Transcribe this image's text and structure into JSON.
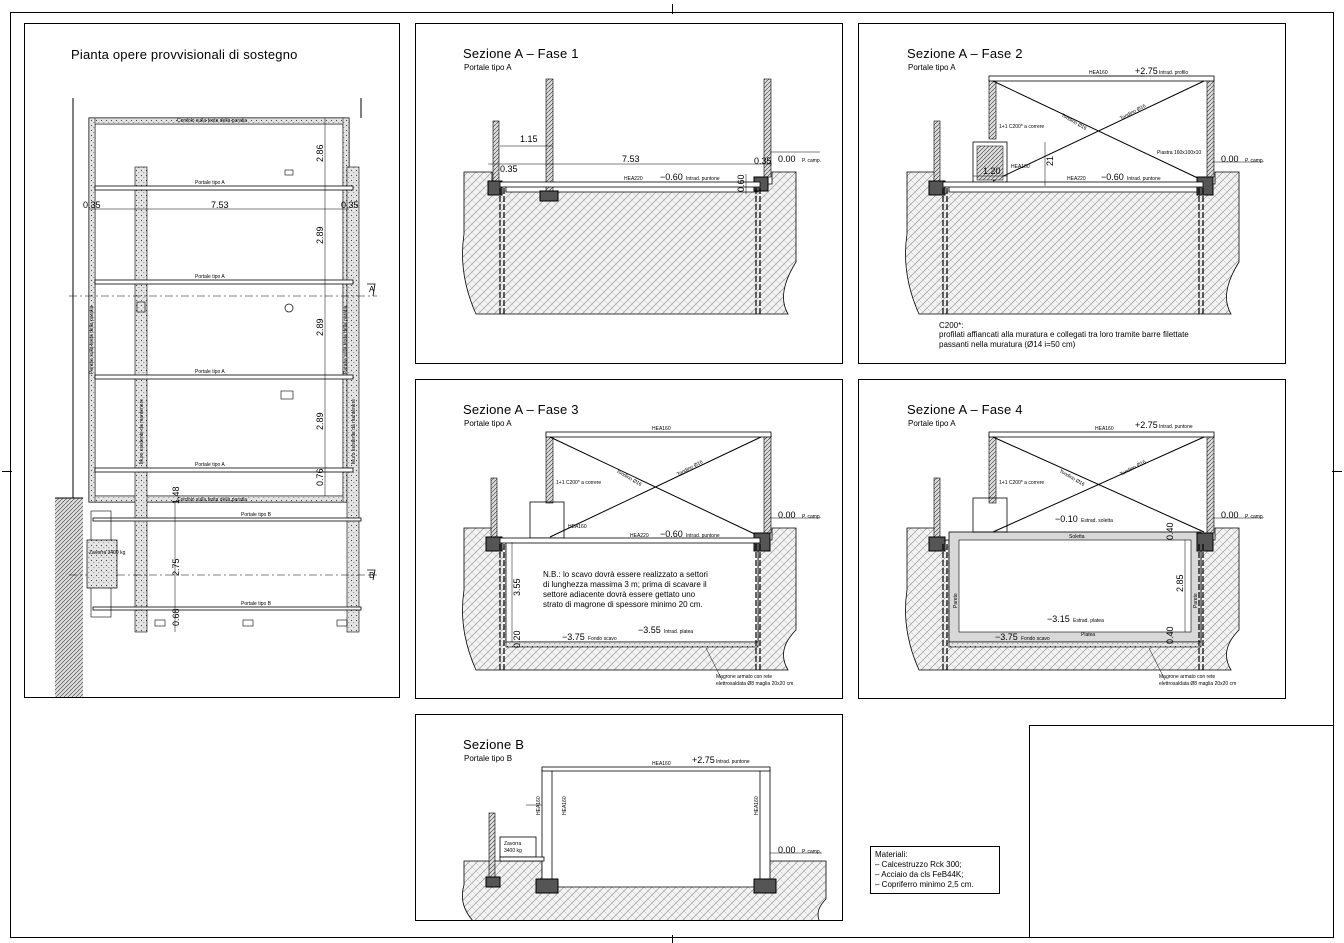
{
  "plan": {
    "title": "Pianta opere provvisionali di sostegno",
    "cordolo_top": "Cordolo sulla testa della paratia",
    "cordolo_bottom": "Cordolo sulla testa della paratia",
    "portale_a": "Portale tipo A",
    "portale_b": "Portale tipo B",
    "muro_left": "Muro esistente da mantenere",
    "muro_right": "Muro esistente da mantenere",
    "paratia_left": "Paratia sulla testa della paratia",
    "paratia_right": "Paratia sulla testa della paratia",
    "zavorra": "Zavorra 3400 kg",
    "dim_286": "2.86",
    "dim_289a": "2.89",
    "dim_289b": "2.89",
    "dim_289c": "2.89",
    "dim_076": "0.76",
    "dim_148": "1.48",
    "dim_275": "2.75",
    "dim_068": "0.68",
    "dim_753": "7.53",
    "dim_035l": "0.35",
    "dim_035r": "0.35",
    "cut_a": "A",
    "cut_b": "B"
  },
  "fase1": {
    "title": "Sezione A – Fase 1",
    "subtitle": "Portale tipo A",
    "dim_115": "1.15",
    "dim_753": "7.53",
    "dim_035l": "0.35",
    "dim_035r": "0.35",
    "dim_060": "0.60",
    "level_puntone": "−0.60",
    "level_puntone_lbl": "Intrad. puntone",
    "level_campo": "0.00",
    "level_campo_lbl": "P. camp.",
    "hea": "HEA220"
  },
  "fase2": {
    "title": "Sezione A – Fase 2",
    "subtitle": "Portale tipo A",
    "level_top": "+2.75",
    "level_top_lbl": "Intrad. profilo",
    "hea160": "HEA160",
    "hea220": "HEA220",
    "hea160b": "HEA160",
    "tondino1": "Tondino Ø16",
    "tondino2": "Tondino Ø16",
    "c200": "1+1 C200* a correre",
    "piastra": "Piastra 160x100x10",
    "dim_120": "1.20",
    "dim_21": "21",
    "level_puntone": "−0.60",
    "level_puntone_lbl": "Intrad. puntone",
    "level_campo": "0.00",
    "level_campo_lbl": "P. camp.",
    "note_title": "C200*:",
    "note_line1": "profilati affiancati alla muratura e collegati tra loro tramite barre filettate",
    "note_line2": "passanti nella muratura (Ø14 i=50 cm)"
  },
  "fase3": {
    "title": "Sezione A – Fase 3",
    "subtitle": "Portale tipo A",
    "hea160": "HEA160",
    "hea220": "HEA220",
    "hea160b": "HEA160",
    "tondino1": "Tondino Ø16",
    "tondino2": "Tondino Ø16",
    "c200": "1+1 C200* a correre",
    "level_puntone": "−0.60",
    "level_puntone_lbl": "Intrad. puntone",
    "level_campo": "0.00",
    "level_campo_lbl": "P. camp.",
    "dim_355": "3.55",
    "dim_020": "0.20",
    "level_scavo": "−3.75",
    "level_scavo_lbl": "Fondo scavo",
    "level_platea": "−3.55",
    "level_platea_lbl": "Intrad. platea",
    "magrone1": "Magrone armato con rete",
    "magrone2": "elettrosaldata Ø8 maglia 20x20 cm",
    "nb1": "N.B.: lo scavo dovrà essere realizzato a settori",
    "nb2": "di lunghezza massima 3 m; prima di scavare il",
    "nb3": "settore adiacente dovrà essere gettato uno",
    "nb4": "strato di magrone di spessore minimo 20 cm."
  },
  "fase4": {
    "title": "Sezione A – Fase 4",
    "subtitle": "Portale tipo A",
    "level_top": "+2.75",
    "level_top_lbl": "Intrad. puntone",
    "hea160": "HEA160",
    "tondino1": "Tondino Ø16",
    "tondino2": "Tondino Ø16",
    "c200": "1+1 C200* a correre",
    "level_soletta": "−0.10",
    "level_soletta_lbl": "Estrad. soletta",
    "soletta": "Soletta",
    "level_campo": "0.00",
    "level_campo_lbl": "P. camp.",
    "parete_l": "Parete",
    "parete_r": "Parete",
    "dim_285": "2.85",
    "dim_040a": "0.40",
    "dim_040b": "0.40",
    "level_platea": "−3.15",
    "level_platea_lbl": "Estrad. platea",
    "platea": "Platea",
    "level_scavo": "−3.75",
    "level_scavo_lbl": "Fondo scavo",
    "magrone1": "Magrone armato con rete",
    "magrone2": "elettrosaldata Ø8 maglia 20x20 cm"
  },
  "sezb": {
    "title": "Sezione B",
    "subtitle": "Portale tipo B",
    "level_top": "+2.75",
    "level_top_lbl": "Intrad. puntone",
    "hea160": "HEA160",
    "hea160_l1": "HEA160",
    "hea160_l2": "HEA160",
    "hea160_r": "HEA160",
    "zavorra1": "Zavorra",
    "zavorra2": "3400 kg",
    "level_campo": "0.00",
    "level_campo_lbl": "P. camp."
  },
  "materiali": {
    "title": "Materiali:",
    "item1": "– Calcestruzzo Rck 300;",
    "item2": "– Acciaio da cls FeB44K;",
    "item3": "– Copriferro minimo 2,5 cm."
  }
}
